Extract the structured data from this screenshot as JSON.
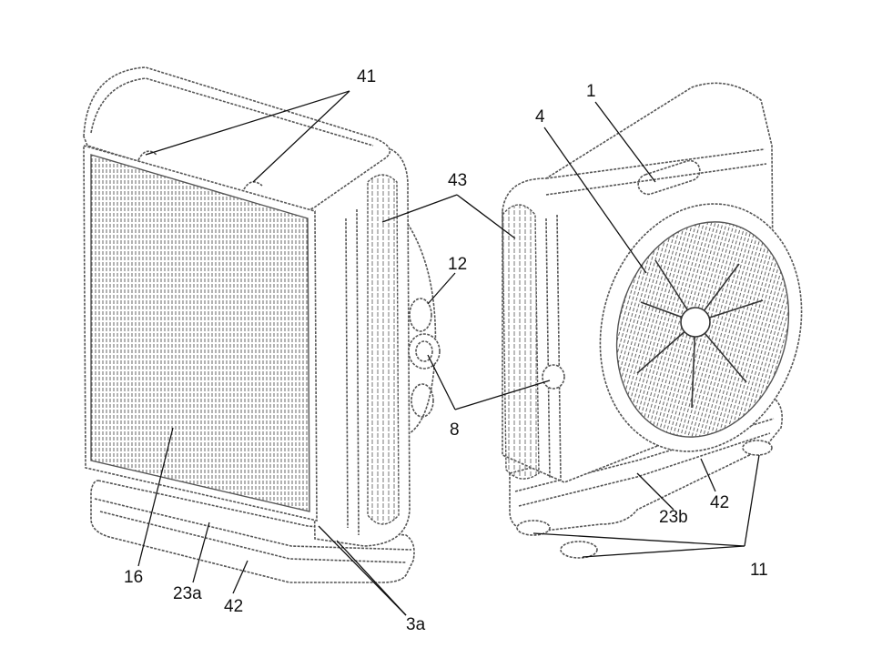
{
  "figure": {
    "labels": {
      "l41": "41",
      "l1": "1",
      "l4": "4",
      "l43": "43",
      "l12": "12",
      "l8": "8",
      "l16": "16",
      "l23a": "23a",
      "l42a": "42",
      "l3a": "3a",
      "l23b": "23b",
      "l42b": "42",
      "l11": "11"
    },
    "colors": {
      "line": "#555555",
      "leader": "#111111",
      "background": "#ffffff"
    }
  }
}
